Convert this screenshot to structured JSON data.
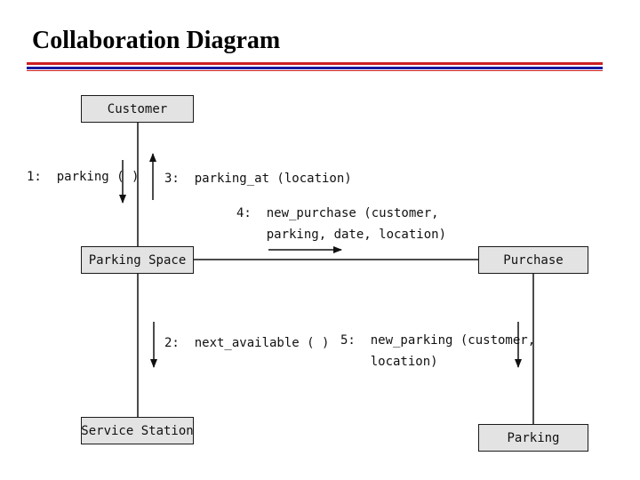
{
  "title": "Collaboration Diagram",
  "colors": {
    "rule_red": "#cc2020",
    "rule_blue": "#1a1aa0",
    "node_fill": "#e3e3e3"
  },
  "nodes": {
    "customer": "Customer",
    "parking_space": "Parking Space",
    "service_station": "Service Station",
    "purchase": "Purchase",
    "parking": "Parking"
  },
  "messages": {
    "m1": "1:  parking ( )",
    "m3": "3:  parking_at (location)",
    "m4": "4:  new_purchase (customer,\n    parking, date, location)",
    "m2": "2:  next_available ( )",
    "m5": "5:  new_parking (customer,\n    location)"
  }
}
